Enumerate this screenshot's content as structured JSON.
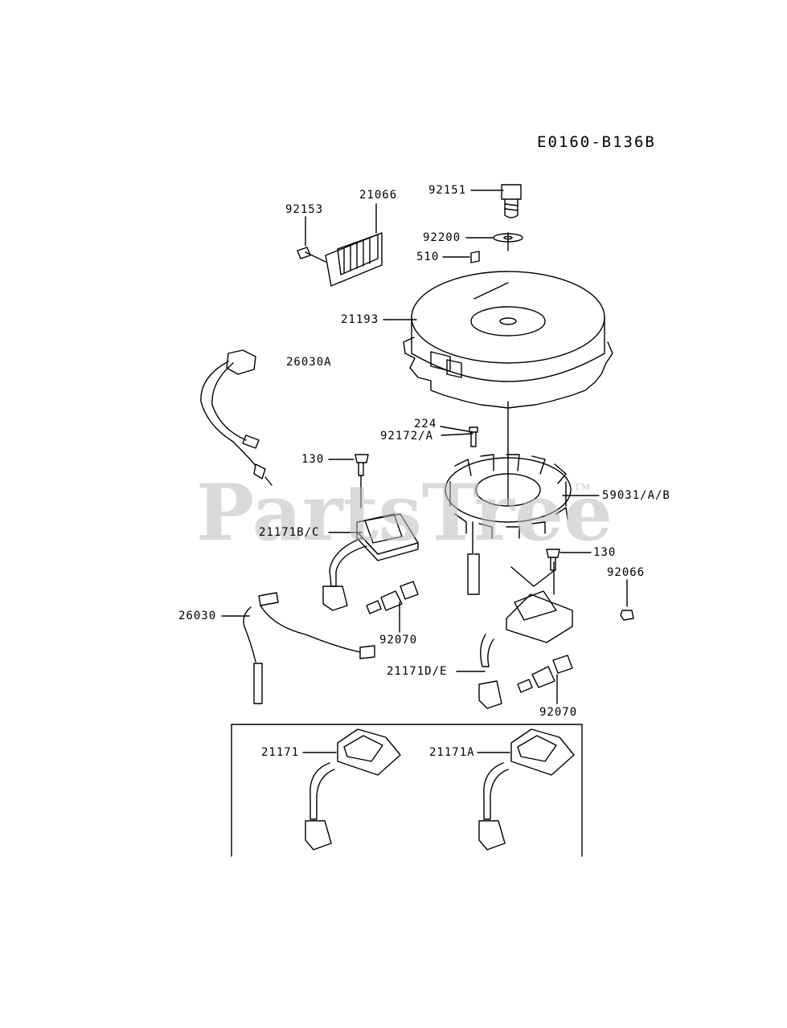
{
  "diagram_code": "E0160-B136B",
  "watermark": "PartsTree",
  "watermark_tm": "TM",
  "parts": {
    "p92151": "92151",
    "p21066": "21066",
    "p92153": "92153",
    "p92200": "92200",
    "p510": "510",
    "p21193": "21193",
    "p26030A": "26030A",
    "p224": "224",
    "p92172A": "92172/A",
    "p130a": "130",
    "p59031AB": "59031/A/B",
    "p21171BC": "21171B/C",
    "p130b": "130",
    "p92066": "92066",
    "p26030": "26030",
    "p92070a": "92070",
    "p21171DE": "21171D/E",
    "p92070b": "92070",
    "p21171": "21171",
    "p21171A": "21171A"
  }
}
